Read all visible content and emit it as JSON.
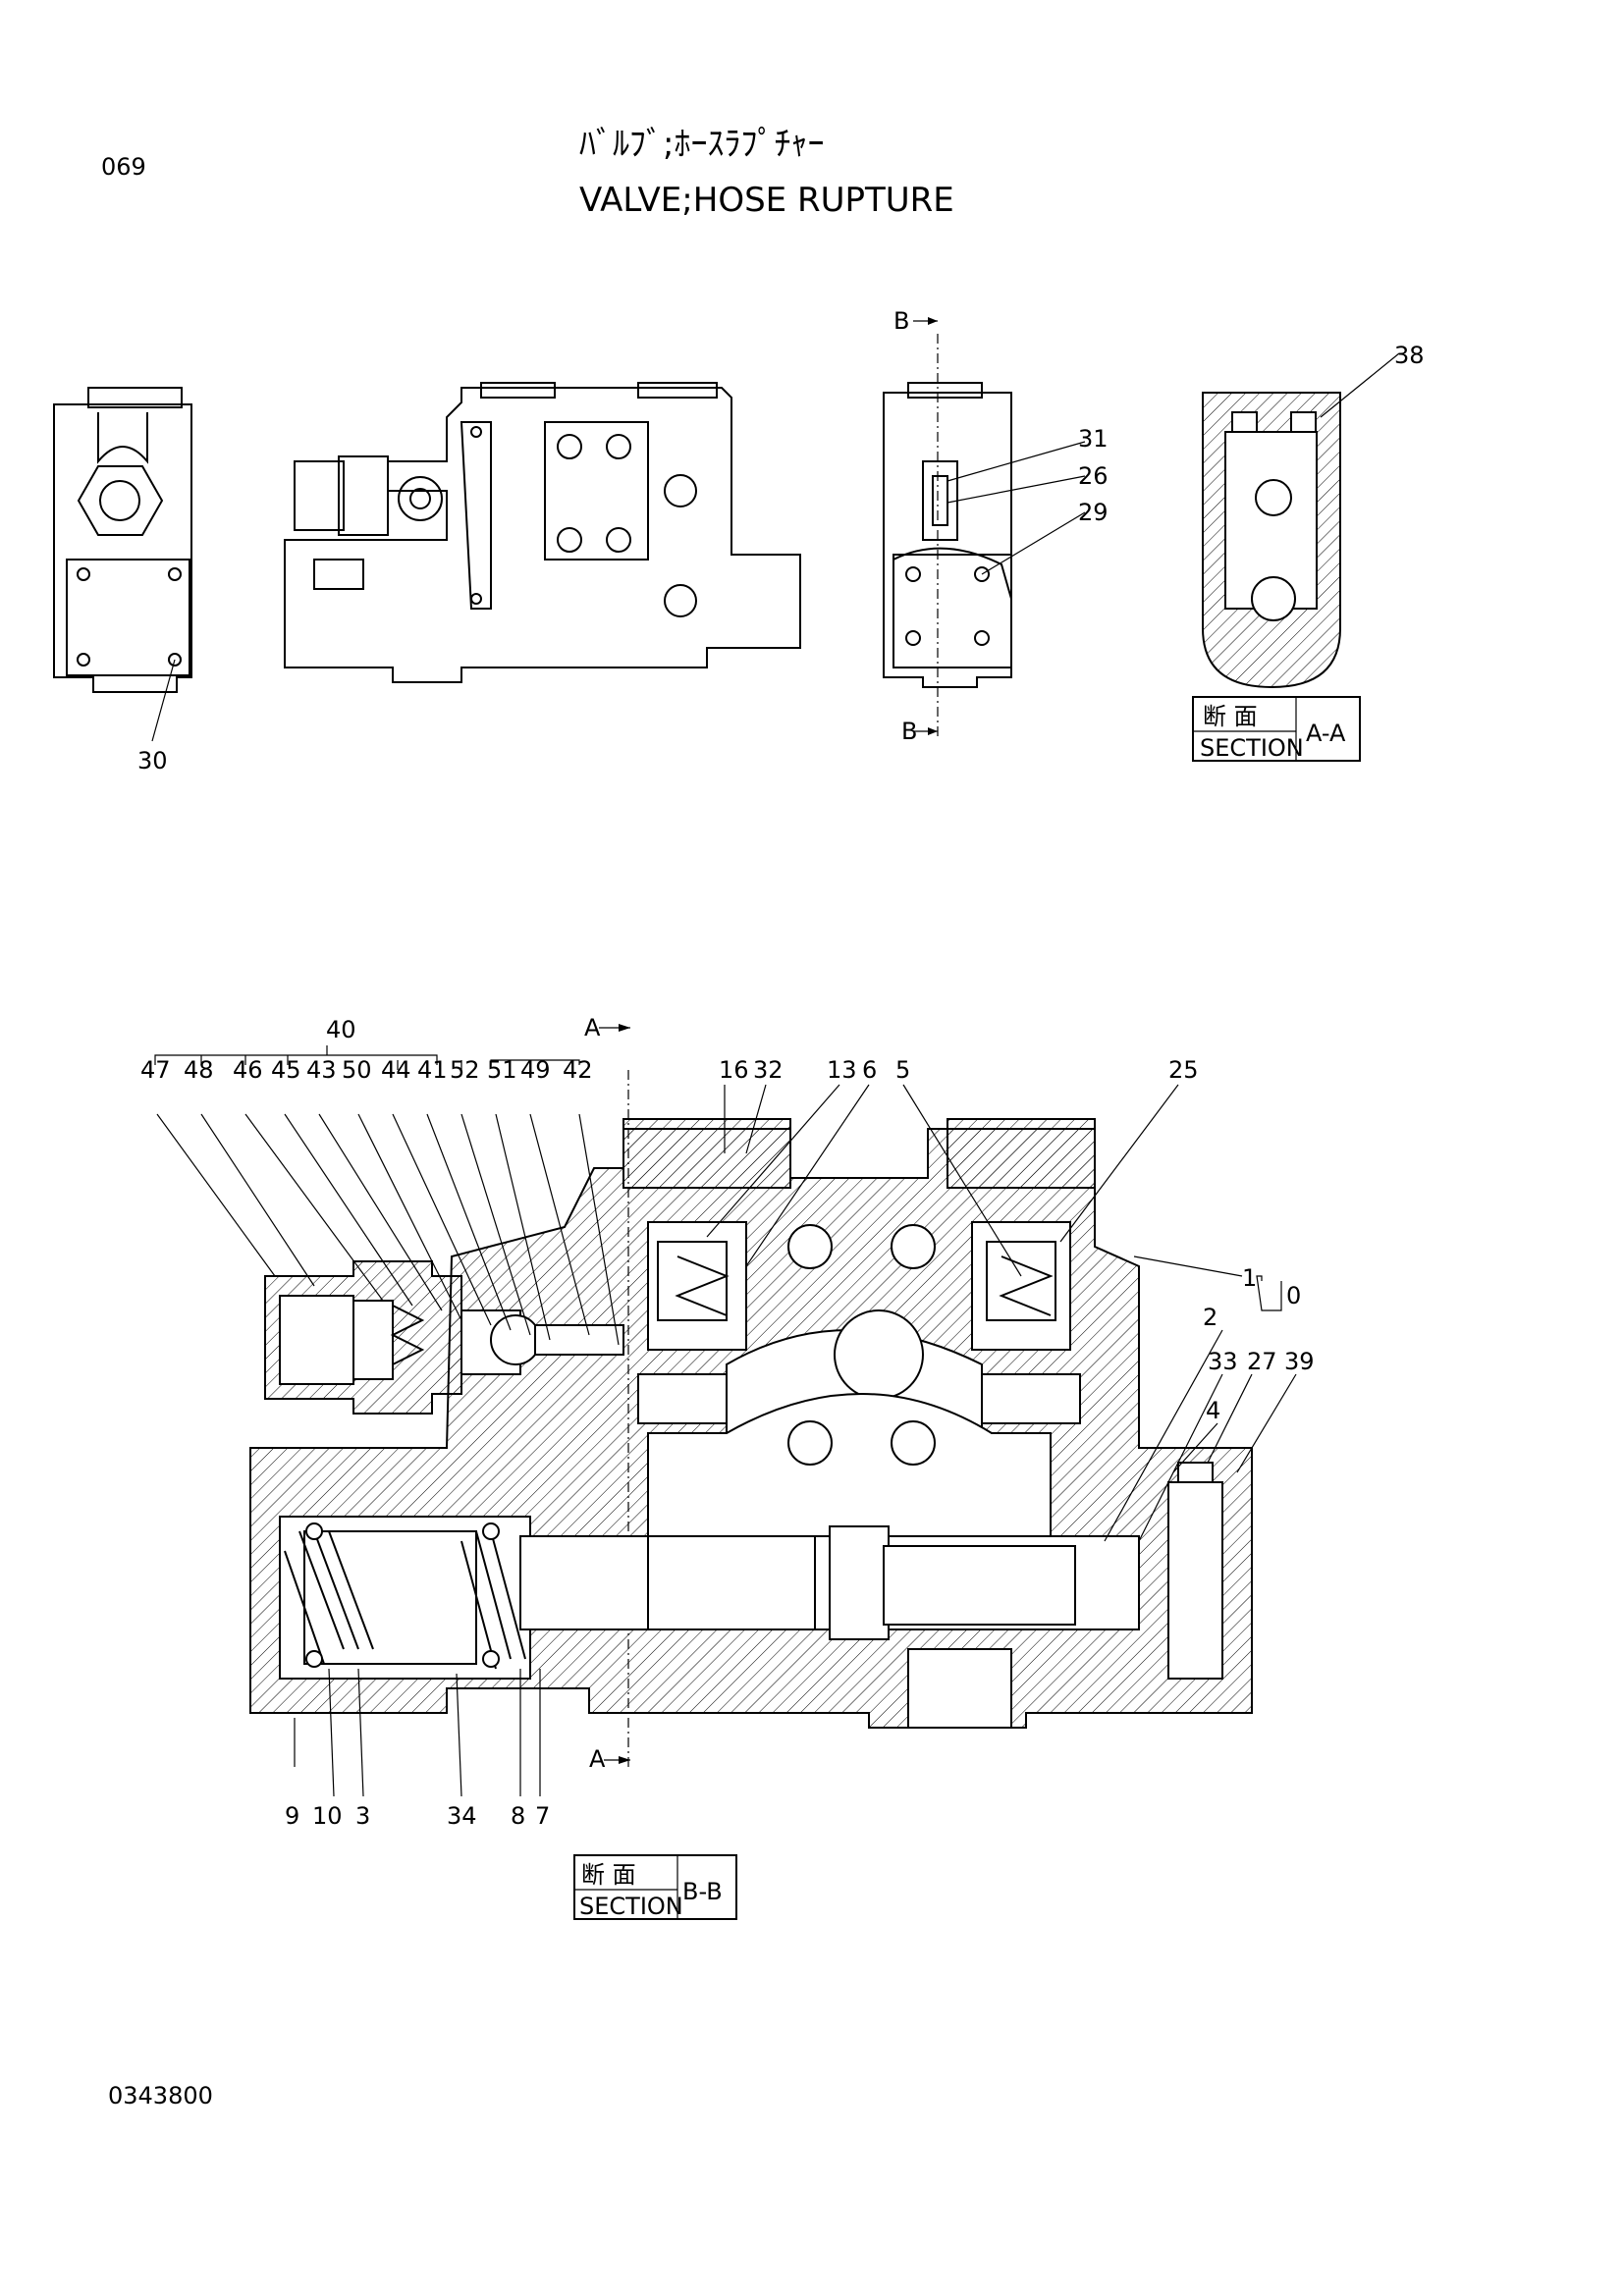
{
  "page": {
    "code": "069",
    "title_jp": "ﾊﾞﾙﾌﾞ;ﾎｰｽﾗﾌﾟﾁｬｰ",
    "title_en": "VALVE;HOSE RUPTURE",
    "drawing_no": "0343800"
  },
  "sections": {
    "aa": {
      "jp": "断 面",
      "en": "SECTION",
      "mark": "A-A"
    },
    "bb": {
      "jp": "断 面",
      "en": "SECTION",
      "mark": "B-B"
    }
  },
  "markers": {
    "b_top": "B",
    "b_bottom": "B",
    "a_top": "A",
    "a_bottom": "A"
  },
  "callouts": {
    "p30": "30",
    "p31": "31",
    "p26": "26",
    "p29": "29",
    "p38": "38",
    "p40": "40",
    "p47": "47",
    "p48": "48",
    "p46": "46",
    "p45": "45",
    "p43": "43",
    "p50": "50",
    "p44": "44",
    "p41": "41",
    "p52": "52",
    "p51": "51",
    "p49": "49",
    "p42": "42",
    "p16": "16",
    "p32": "32",
    "p13": "13",
    "p6": "6",
    "p5": "5",
    "p25": "25",
    "p1": "1",
    "p0": "0",
    "p2": "2",
    "p33": "33",
    "p27": "27",
    "p39": "39",
    "p4": "4",
    "p9": "9",
    "p10": "10",
    "p3": "3",
    "p34": "34",
    "p8": "8",
    "p7": "7"
  }
}
